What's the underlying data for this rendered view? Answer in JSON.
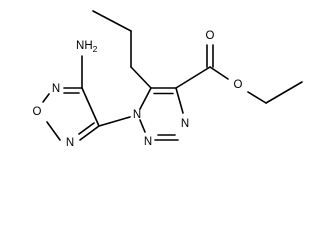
{
  "structure": {
    "atoms": {
      "nh2_n": "N",
      "nh2_h": "H",
      "nh2_sub": "2",
      "furazan_o": "O",
      "furazan_n_left": "N",
      "furazan_n_bottom": "N",
      "triazole_n1": "N",
      "triazole_n2": "N",
      "triazole_n3": "N",
      "carbonyl_o": "O",
      "ester_o": "O"
    }
  }
}
